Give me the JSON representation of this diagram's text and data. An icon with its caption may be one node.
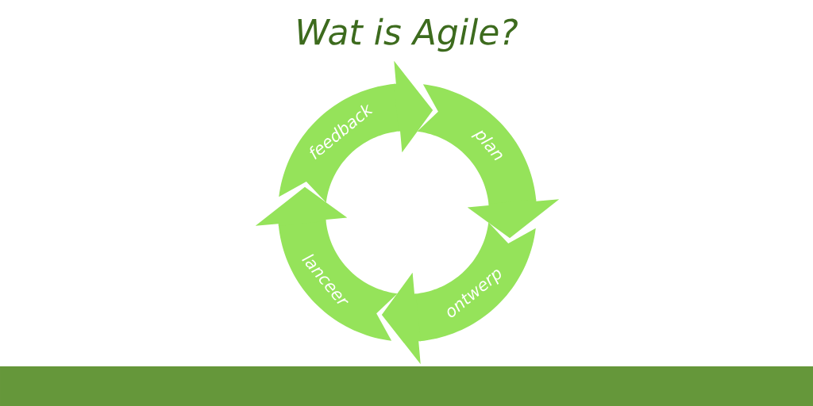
{
  "diagram": {
    "title": "Wat is Agile?",
    "nodes": [
      {
        "text": [
          "feedback"
        ]
      },
      {
        "text": [
          "plan"
        ]
      },
      {
        "text": [
          "ontwerp"
        ]
      },
      {
        "text": [
          "lanceer"
        ]
      }
    ],
    "edges": [
      {
        "from": 0,
        "to": 1,
        "arrow": "to"
      },
      {
        "from": 1,
        "to": 2,
        "arrow": "to"
      },
      {
        "from": 2,
        "to": 3,
        "arrow": "to"
      },
      {
        "from": 3,
        "to": 0,
        "arrow": "to"
      }
    ]
  }
}
